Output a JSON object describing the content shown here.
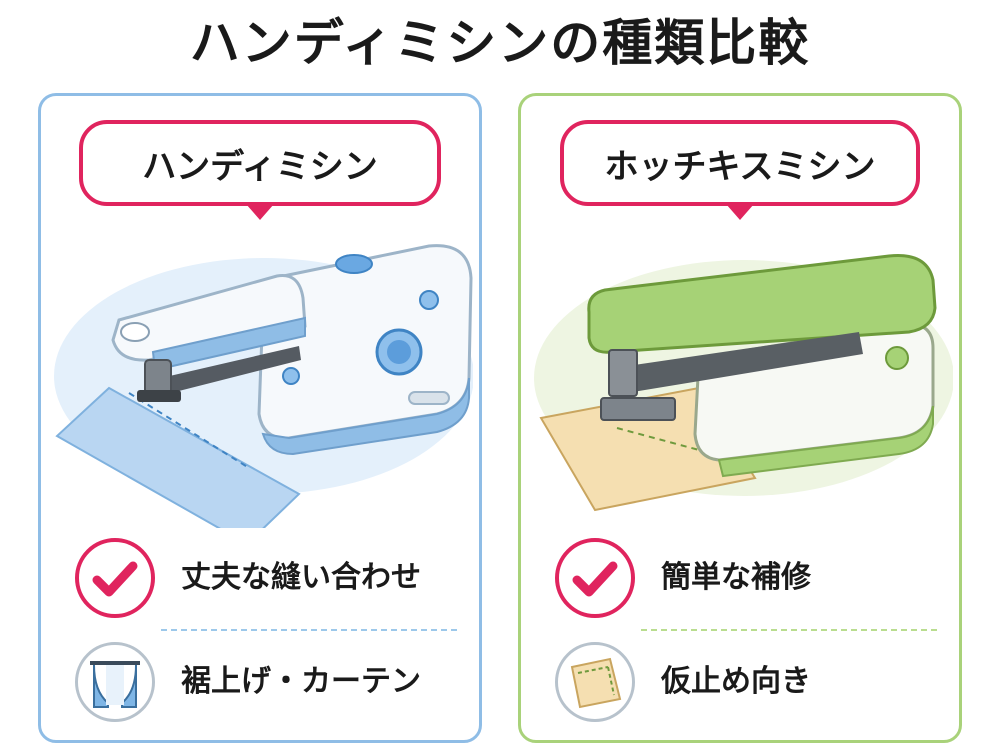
{
  "title": "ハンディミシンの種類比較",
  "colors": {
    "accent_pink": "#e0245e",
    "blue_border": "#8fbde6",
    "green_border": "#a9d27a"
  },
  "panels": [
    {
      "tag": "ハンディミシン",
      "features": [
        {
          "icon": "check-icon",
          "label": "丈夫な縫い合わせ"
        },
        {
          "icon": "curtain-icon",
          "label": "裾上げ・カーテン"
        }
      ]
    },
    {
      "tag": "ホッチキスミシン",
      "features": [
        {
          "icon": "check-icon",
          "label": "簡単な補修"
        },
        {
          "icon": "fabric-patch-icon",
          "label": "仮止め向き"
        }
      ]
    }
  ]
}
